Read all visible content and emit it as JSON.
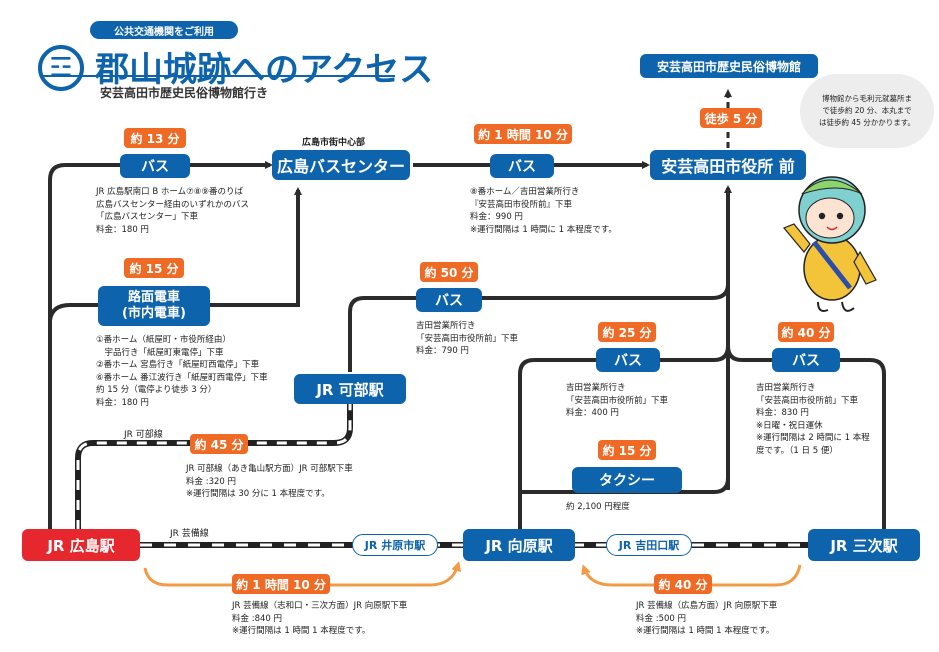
{
  "header": {
    "pill": "公共交通機関をご利用",
    "title": "郡山城跡へのアクセス",
    "subtitle": "安芸高田市歴史民俗博物館行き"
  },
  "destination": {
    "museum": "安芸高田市歴史民俗博物館",
    "walk": "徒歩 5 分",
    "note": [
      "博物館から毛利元就墓所ま",
      "で徒歩約 20 分、本丸まで",
      "は徒歩約 45 分かかります。"
    ]
  },
  "stations": {
    "hiroshima": "JR 広島駅",
    "mukaihara": "JR 向原駅",
    "miyoshi": "JR 三次駅",
    "kabe": "JR 可部駅",
    "iharaichi": "JR 井原市駅",
    "yoshidaguchi": "JR 吉田口駅",
    "bus_center": "広島バスセンター",
    "city_hall": "安芸高田市役所 前"
  },
  "labels": {
    "city_center": "広島市街中心部",
    "kabe_line": "JR 可部線",
    "geibi_line": "JR 芸備線"
  },
  "routes": {
    "bus_a": {
      "time": "約 13 分",
      "label": "バス",
      "info": [
        "JR 広島駅南口 B ホーム⑦⑧⑨番のりば",
        "広島バスセンター経由のいずれかのバス",
        "「広島バスセンター」下車",
        "料金：180 円"
      ]
    },
    "bus_b": {
      "time": "約 1 時間 10 分",
      "label": "バス",
      "info": [
        "⑧番ホーム／吉田営業所行き",
        "『安芸高田市役所前』下車",
        "料金：990 円",
        "※運行間隔は 1 時間に 1 本程度です。"
      ]
    },
    "tram": {
      "time": "約 15 分",
      "label1": "路面電車",
      "label2": "(市内電車)",
      "info": [
        "①番ホーム（紙屋町・市役所経由）",
        "　宇品行き「紙屋町東電停」下車",
        "②番ホーム 宮島行き「紙屋町西電停」下車",
        "⑥番ホーム 番江波行き「紙屋町西電停」下車",
        "約 15 分（電停より徒歩 3 分）",
        "料金：180 円"
      ]
    },
    "bus_c": {
      "time": "約 50 分",
      "label": "バス",
      "info": [
        "吉田営業所行き",
        "「安芸高田市役所前」下車",
        "料金：790 円"
      ]
    },
    "bus_d": {
      "time": "約 25 分",
      "label": "バス",
      "info": [
        "吉田営業所行き",
        "「安芸高田市役所前」下車",
        "料金：400 円"
      ]
    },
    "taxi": {
      "time": "約 15 分",
      "label": "タクシー",
      "info": "約 2,100 円程度"
    },
    "bus_e": {
      "time": "約 40 分",
      "label": "バス",
      "info": [
        "吉田営業所行き",
        "「安芸高田市役所前」下車",
        "料金：830 円",
        "※日曜・祝日運休",
        "※運行間隔は 2 時間に 1 本程",
        "度です。（1 日 5 便）"
      ]
    },
    "kabe_train": {
      "time": "約 45 分",
      "info": [
        "JR 可部線（あき亀山駅方面）JR 可部駅下車",
        "料金 :320 円",
        "※運行間隔は 30 分に 1 本程度です。"
      ]
    },
    "geibi_a": {
      "time": "約 1 時間 10 分",
      "info": [
        "JR 芸備線（志和口・三次方面）JR 向原駅下車",
        "料金 :840 円",
        "※運行間隔は 1 時間 1 本程度です。"
      ]
    },
    "geibi_b": {
      "time": "約 40 分",
      "info": [
        "JR 芸備線（広島方面）JR 向原駅下車",
        "料金 :500 円",
        "※運行間隔は 1 時間 1 本程度です。"
      ]
    }
  },
  "colors": {
    "navy": "#0e63ad",
    "red": "#e6282e",
    "orange": "#ef6a25",
    "route": "#2b2b2b"
  }
}
